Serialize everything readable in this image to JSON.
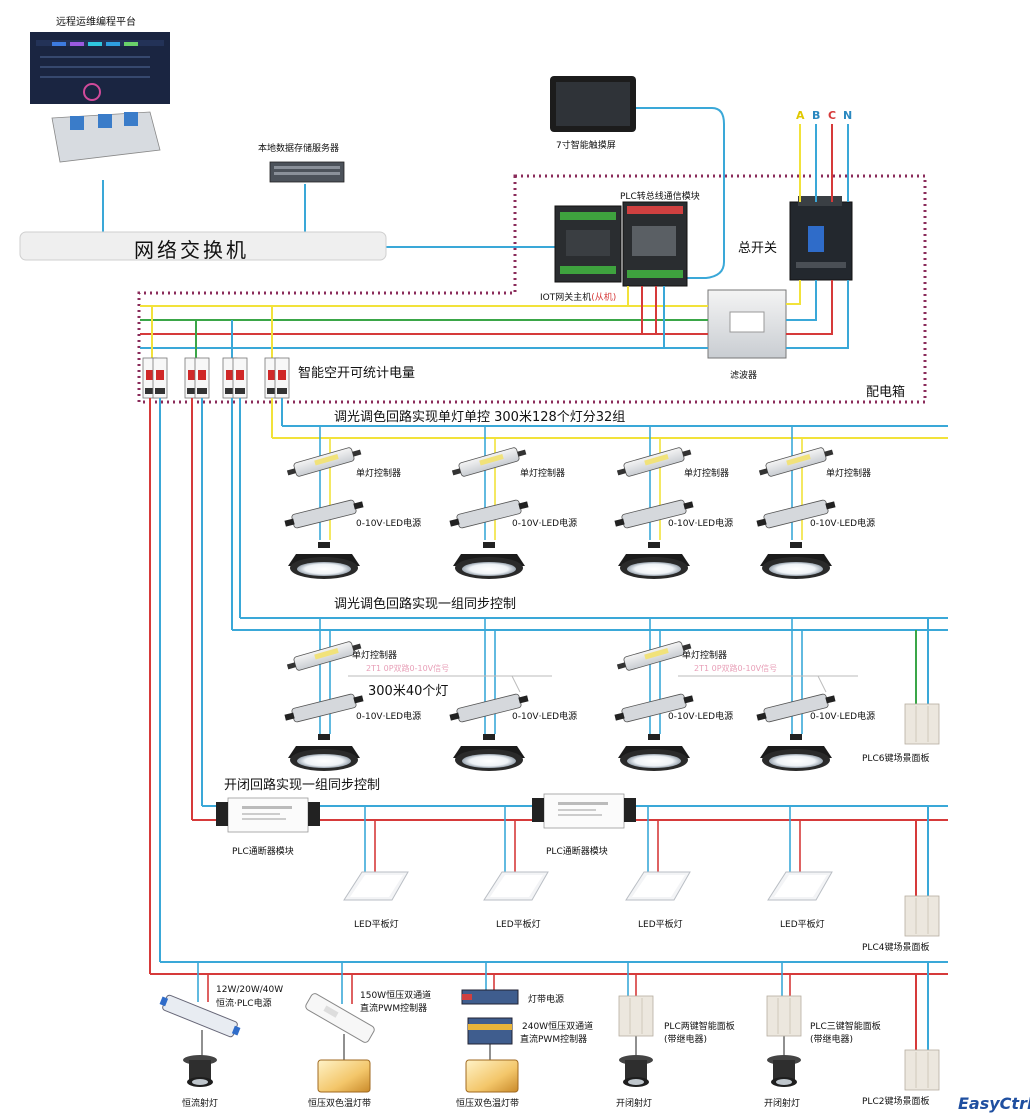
{
  "colors": {
    "wire_a": "#f2e23a",
    "wire_b": "#3aa8d8",
    "wire_c": "#d63a3a",
    "wire_n": "#3aa8d8",
    "wire_green": "#3aa648",
    "box_border": "#8a2b5a",
    "switch_bar": "#efefef",
    "logo": "#1f4fa0"
  },
  "top": {
    "remote_platform": "远程运维编程平台",
    "local_server": "本地数据存储服务器",
    "network_switch": "网络交换机",
    "touchscreen": "7寸智能触摸屏",
    "plc_bus_module": "PLC转总线通信模块",
    "iot_gateway_prefix": "IOT网关主机",
    "iot_gateway_suffix": "(从机)",
    "main_switch": "总开关",
    "filter": "滤波器",
    "distribution_box": "配电箱",
    "smart_breaker": "智能空开可统计电量",
    "phases": [
      "A",
      "B",
      "C",
      "N"
    ]
  },
  "section1": {
    "title": "调光调色回路实现单灯单控  300米128个灯分32组",
    "controller_label": "单灯控制器",
    "driver_label": "0-10V·LED电源"
  },
  "section2": {
    "title": "调光调色回路实现一组同步控制",
    "controller_label": "单灯控制器",
    "driver_label": "0-10V·LED电源",
    "note": "2T1 0P双路0-10V信号",
    "count_label": "300米40个灯",
    "panel_label": "PLC6键场景面板"
  },
  "section3": {
    "title": "开闭回路实现一组同步控制",
    "breaker_module": "PLC通断器模块",
    "panel_light": "LED平板灯",
    "panel_label": "PLC4键场景面板"
  },
  "section4": {
    "driver_label_1": "12W/20W/40W",
    "driver_label_2": "恒流·PLC电源",
    "pwm_label_1": "150W恒压双通道",
    "pwm_label_2": "直流PWM控制器",
    "strip_power": "灯带电源",
    "pwm240_label_1": "240W恒压双通道",
    "pwm240_label_2": "直流PWM控制器",
    "two_key_1": "PLC两键智能面板",
    "two_key_2": "(带继电器)",
    "three_key_1": "PLC三键智能面板",
    "three_key_2": "(带继电器)",
    "spot_cc": "恒流射灯",
    "strip_cv": "恒压双色温灯带",
    "spot_sw": "开闭射灯",
    "panel_label": "PLC2键场景面板"
  },
  "logo": "EasyCtrl"
}
